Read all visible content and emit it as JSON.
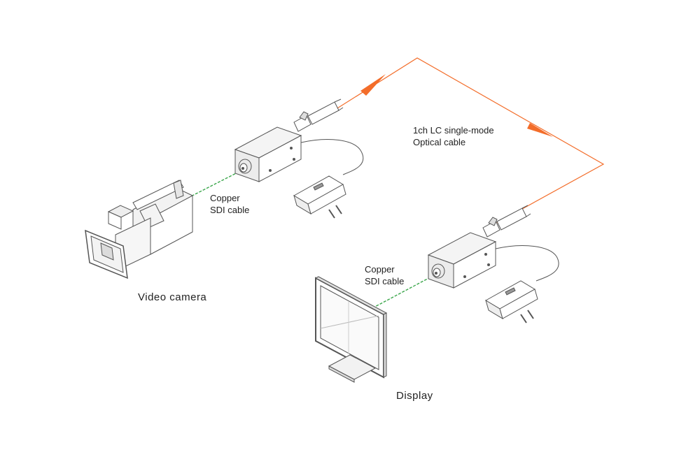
{
  "labels": {
    "optical_cable_line1": "1ch LC single-mode",
    "optical_cable_line2": "Optical cable",
    "copper_tx_line1": "Copper",
    "copper_tx_line2": "SDI cable",
    "video_camera": "Video camera",
    "copper_rx_line1": "Copper",
    "copper_rx_line2": "SDI cable",
    "display": "Display"
  },
  "colors": {
    "fiber": "#f36d2a",
    "copper_cable": "#3aa64a",
    "outline": "#555555"
  }
}
